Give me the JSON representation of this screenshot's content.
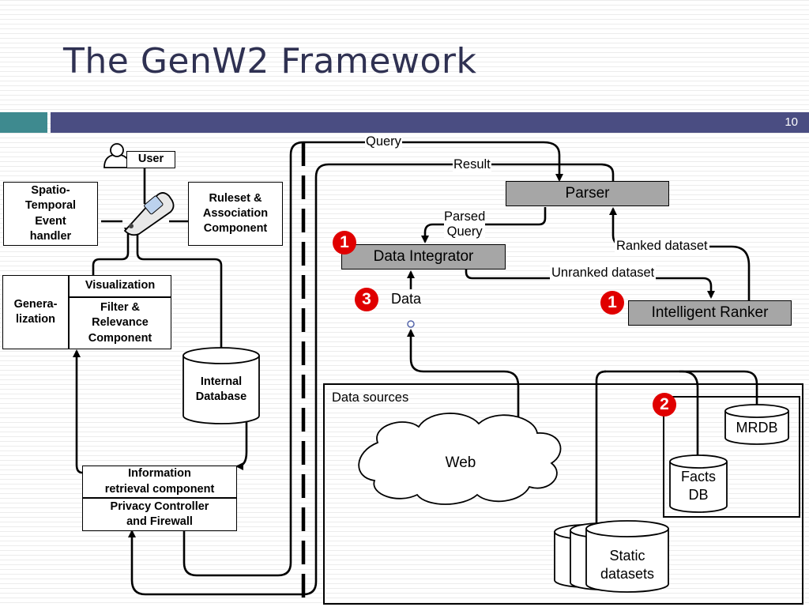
{
  "slide": {
    "title": "The GenW2 Framework",
    "page_number": "10"
  },
  "client": {
    "user": "User",
    "spatio_temporal": "Spatio-\nTemporal\nEvent\nhandler",
    "ruleset": "Ruleset &\nAssociation\nComponent",
    "generalization": "Genera-\nlization",
    "visualization": "Visualization",
    "filter": "Filter &\nRelevance\nComponent",
    "internal_db": "Internal\nDatabase",
    "info_retrieval": "Information\nretrieval component",
    "privacy": "Privacy Controller\nand Firewall"
  },
  "server": {
    "query": "Query",
    "result": "Result",
    "parser": "Parser",
    "parsed_query": "Parsed\nQuery",
    "ranked_dataset": "Ranked dataset",
    "data_integrator": "Data Integrator",
    "unranked_dataset": "Unranked dataset",
    "data": "Data",
    "intelligent_ranker": "Intelligent Ranker"
  },
  "sources": {
    "title": "Data sources",
    "web": "Web",
    "mrdb": "MRDB",
    "facts_db": "Facts\nDB",
    "static": "Static\ndatasets"
  },
  "badges": {
    "integrator": "1",
    "ranker": "1",
    "sources": "2",
    "data": "3"
  },
  "colors": {
    "badge": "#e00000",
    "component_gray": "#a6a6a6",
    "title": "#2f3152",
    "bar_teal": "#3e8a8f",
    "bar_indigo": "#4a4d82"
  }
}
